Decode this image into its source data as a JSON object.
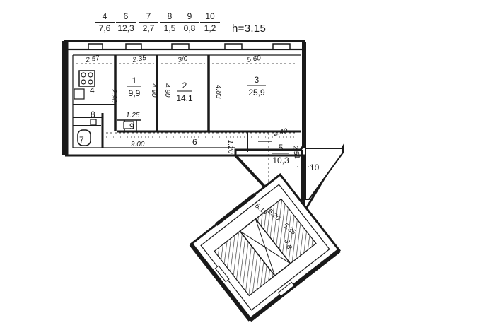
{
  "legend": [
    {
      "room": "4",
      "area": "7,6"
    },
    {
      "room": "6",
      "area": "12,3"
    },
    {
      "room": "7",
      "area": "2,7"
    },
    {
      "room": "8",
      "area": "1,5"
    },
    {
      "room": "9",
      "area": "0,8"
    },
    {
      "room": "10",
      "area": "1,2"
    }
  ],
  "ceiling_height": "h=3.15",
  "rooms": {
    "r1": {
      "num": "1",
      "area": "9,9"
    },
    "r2": {
      "num": "2",
      "area": "14,1"
    },
    "r3": {
      "num": "3",
      "area": "25,9"
    },
    "r4": {
      "num": "4"
    },
    "r5": {
      "num": "5",
      "area": "10,3"
    },
    "r6": {
      "num": "6"
    },
    "r7": {
      "num": "7"
    },
    "r8": {
      "num": "8"
    },
    "r9": {
      "num": "9"
    },
    "r10": {
      "num": "10"
    }
  },
  "dimensions": {
    "d_257": "2.57",
    "d_235": "2.35",
    "d_310": "3/0",
    "d_560": "5.60",
    "d_290": "2.90",
    "d_490_a": "4.90",
    "d_490_b": "4.90",
    "d_483": "4.83",
    "d_125": "1.25",
    "d_900": "9.00",
    "d_120": "1.20",
    "d_240": "2.40",
    "d_251": "2.51",
    "d_619": "6.19",
    "d_520": "5.20",
    "d_535": "5.35",
    "d_38": "3.8"
  }
}
